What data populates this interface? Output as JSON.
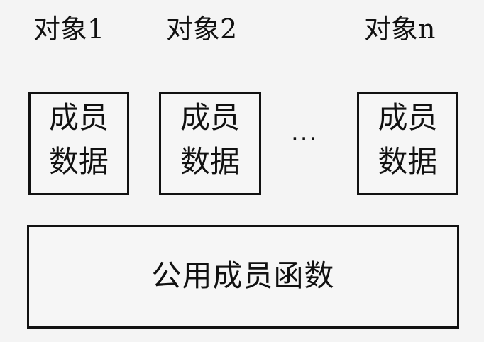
{
  "objects": [
    {
      "title": "对象1",
      "box_line1": "成员",
      "box_line2": "数据"
    },
    {
      "title": "对象2",
      "box_line1": "成员",
      "box_line2": "数据"
    },
    {
      "title": "对象n",
      "box_line1": "成员",
      "box_line2": "数据"
    }
  ],
  "ellipsis": "···",
  "shared_box_label": "公用成员函数"
}
